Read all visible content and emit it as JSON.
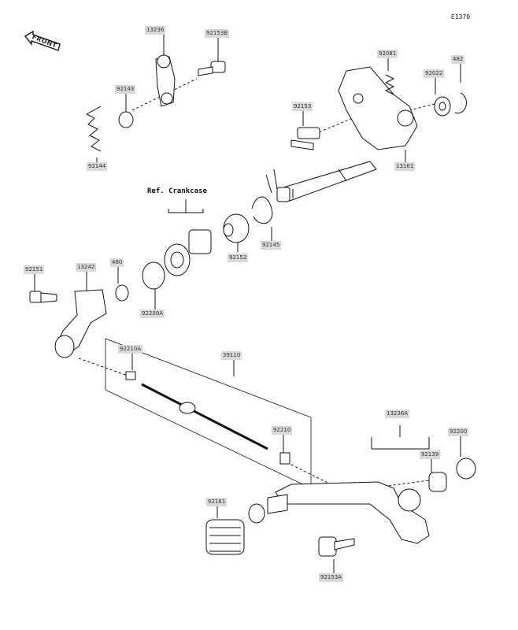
{
  "diagram_id": "E1370",
  "front_label": "FRONT",
  "ref_text": "Ref. Crankcase",
  "parts": {
    "p13236": "13236",
    "p92153b": "92153B",
    "p92143": "92143",
    "p92144": "92144",
    "p92081": "92081",
    "p92022": "92022",
    "p482": "482",
    "p92153": "92153",
    "p13161": "13161",
    "p92145": "92145",
    "p92152": "92152",
    "p92151": "92151",
    "p13242": "13242",
    "p480": "480",
    "p92200a": "92200A",
    "p92210a": "92210A",
    "p39110": "39110",
    "p92210": "92210",
    "p13236a": "13236A",
    "p92200": "92200",
    "p92139": "92139",
    "p92161": "92161",
    "p92153a": "92153A"
  }
}
